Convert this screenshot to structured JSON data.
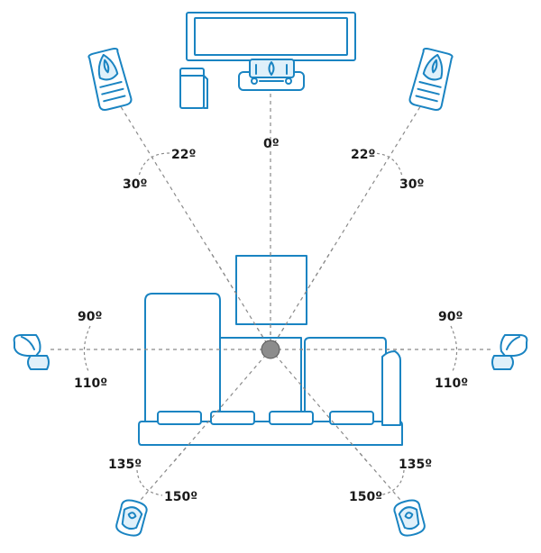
{
  "angles": {
    "center": "0º",
    "front_left_inner": "22º",
    "front_left_outer": "30º",
    "front_right_inner": "22º",
    "front_right_outer": "30º",
    "side_left_top": "90º",
    "side_left_bottom": "110º",
    "side_right_top": "90º",
    "side_right_bottom": "110º",
    "rear_left_top": "135º",
    "rear_left_bottom": "150º",
    "rear_right_top": "135º",
    "rear_right_bottom": "150º"
  },
  "colors": {
    "speaker_outline": "#1a84c2",
    "guide_lines": "#8a8a8a",
    "listener_dot": "#888888",
    "label_text": "#1a1a1a"
  }
}
